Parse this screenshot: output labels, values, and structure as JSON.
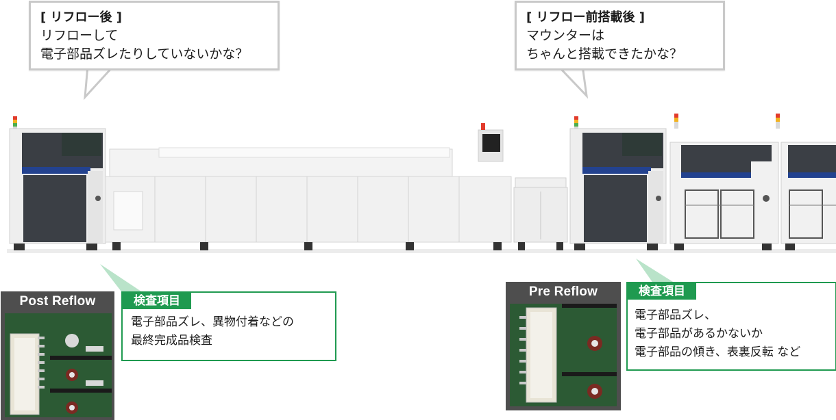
{
  "callout_post": {
    "title": "[ リフロー後 ]",
    "line1": "リフローして",
    "line2": "電子部品ズレたりしていないかな？"
  },
  "callout_pre": {
    "title": "[ リフロー前搭載後 ]",
    "line1": "マウンターは",
    "line2": "ちゃんと搭載できたかな？"
  },
  "photo_post": {
    "title": "Post Reflow"
  },
  "photo_pre": {
    "title": "Pre Reflow"
  },
  "inspection_post": {
    "heading": "検査項目",
    "line1": "電子部品ズレ、異物付着などの",
    "line2": "最終完成品検査"
  },
  "inspection_pre": {
    "heading": "検査項目",
    "line1": "電子部品ズレ、",
    "line2": "電子部品があるかないか",
    "line3": "電子部品の傾き、表裏反転 など"
  },
  "colors": {
    "accent_green": "#1f9a50",
    "photo_frame": "#4e4e4e",
    "pcb_green": "#2c5a34",
    "machine_blue": "#23428f",
    "machine_dark": "#3b3f45"
  }
}
